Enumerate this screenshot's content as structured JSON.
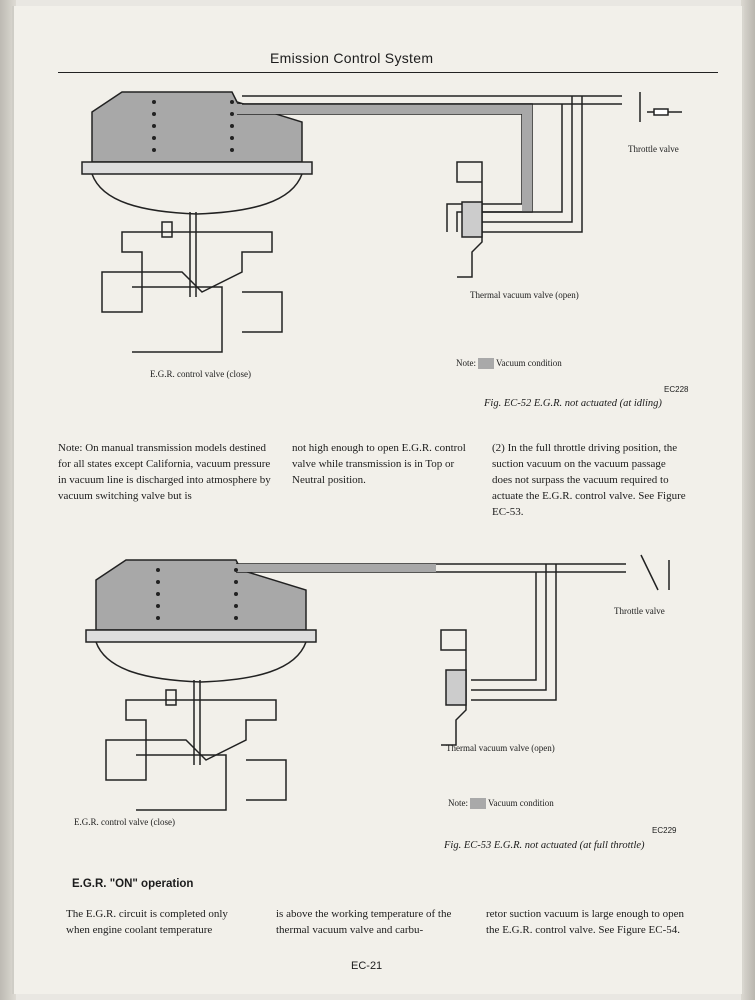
{
  "header": {
    "title": "Emission Control System"
  },
  "figure1": {
    "throttle_label": "Throttle valve",
    "thermal_label": "Thermal vacuum valve (open)",
    "egr_label": "E.G.R. control valve (close)",
    "note_prefix": "Note:",
    "note_text": "Vacuum condition",
    "code": "EC228",
    "caption": "Fig. EC-52  E.G.R. not actuated (at idling)"
  },
  "note_block": {
    "col1": "Note: On manual transmission models destined for all states except California, vacuum pressure in vacuum line is discharged into atmosphere by vacuum switching valve but is",
    "col2": "not high enough to open E.G.R. control valve while transmission is in Top or Neutral position.",
    "col3": "(2)  In the full throttle driving position, the suction vacuum on the vacuum passage does not surpass the vacuum required to actuate the E.G.R. control valve. See Figure EC-53."
  },
  "figure2": {
    "throttle_label": "Throttle valve",
    "thermal_label": "Thermal vacuum valve (open)",
    "egr_label": "E.G.R. control valve (close)",
    "note_prefix": "Note:",
    "note_text": "Vacuum condition",
    "code": "EC229",
    "caption": "Fig. EC-53  E.G.R. not actuated (at full throttle)"
  },
  "section": {
    "title": "E.G.R. \"ON\" operation",
    "col1": "The E.G.R. circuit is completed only when engine coolant temperature",
    "col2": "is above the working temperature of the thermal vacuum valve and carbu-",
    "col3": "retor suction vacuum is large enough to open the E.G.R. control valve. See Figure EC-54."
  },
  "page_number": "EC-21"
}
